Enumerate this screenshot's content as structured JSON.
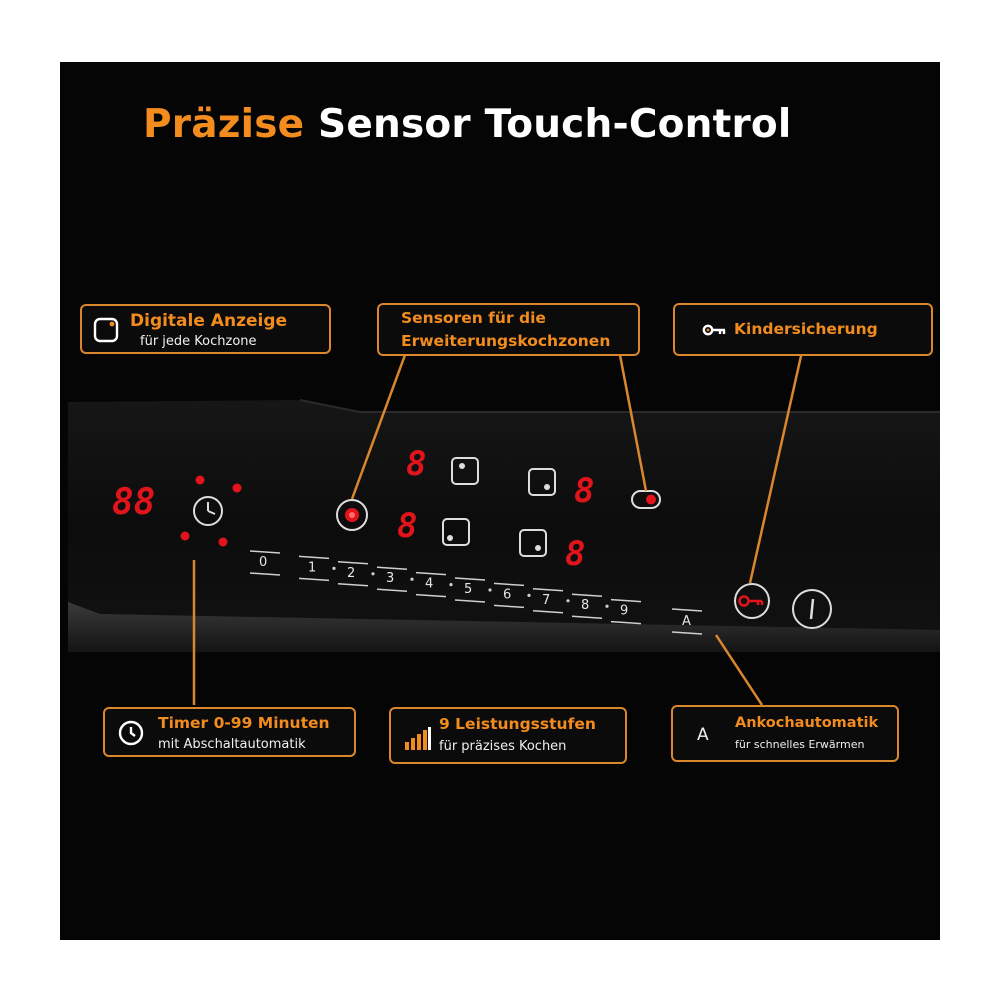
{
  "headline": {
    "accent": "Präzise",
    "rest": " Sensor Touch-Control"
  },
  "callouts": {
    "display": {
      "title": "Digitale Anzeige",
      "subtitle": "für jede Kochzone",
      "icon": "display-icon"
    },
    "sensors": {
      "title_line1": "Sensoren für die",
      "title_line2": "Erweiterungskochzonen"
    },
    "childlock": {
      "title": "Kindersicherung",
      "icon": "key-icon"
    },
    "timer": {
      "title": "Timer 0-99 Minuten",
      "subtitle": "mit Abschaltautomatik",
      "icon": "clock-icon"
    },
    "levels": {
      "title": "9 Leistungsstufen",
      "subtitle": "für präzises Kochen",
      "icon": "signal-bars-icon"
    },
    "auto": {
      "badge": "A",
      "title": "Ankochautomatik",
      "subtitle": "für schnelles Erwärmen"
    }
  },
  "panel": {
    "timer_display": "88",
    "zone_displays": [
      "8",
      "8",
      "8",
      "8"
    ],
    "slider_levels": [
      "0",
      "1",
      "2",
      "3",
      "4",
      "5",
      "6",
      "7",
      "8",
      "9"
    ],
    "auto_key": "A"
  },
  "colors": {
    "accent": "#f28c1e",
    "led": "#e0141a",
    "background": "#050505"
  }
}
